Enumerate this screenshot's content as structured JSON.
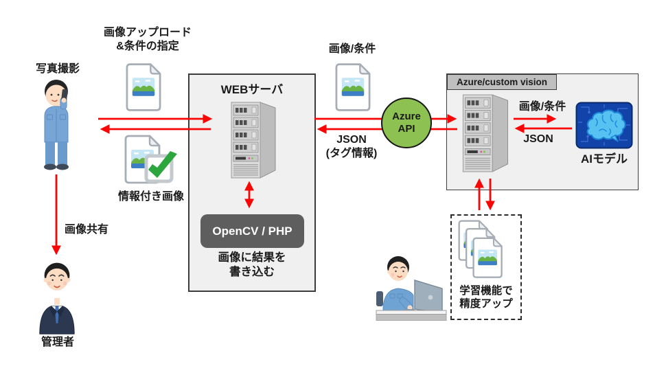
{
  "colors": {
    "arrow": "#F90505",
    "panel-fill": "#F0F0F0",
    "panel-border": "#3C3C3C",
    "tab-fill": "#BFBFBF",
    "opencv-fill": "#5E5E5E",
    "azure-green": "#8DC152",
    "ai-bg": "#1243A8",
    "text": "#1A1A1A"
  },
  "upload": {
    "title": "画像アップロード\n&条件の指定"
  },
  "photographer": {
    "label": "写真撮影"
  },
  "tagged_image": {
    "label": "情報付き画像"
  },
  "share": {
    "label": "画像共有"
  },
  "admin": {
    "label": "管理者"
  },
  "web_server": {
    "title": "WEBサーバ",
    "opencv_label": "OpenCV / PHP",
    "note": "画像に結果を\n書き込む"
  },
  "to_azure": {
    "request_label": "画像/条件",
    "response_label": "JSON\n(タグ情報)"
  },
  "azure_api": {
    "label": "Azure\nAPI"
  },
  "custom_vision": {
    "tab": "Azure/custom vision",
    "request_label": "画像/条件",
    "response_label": "JSON",
    "ai_model_label": "AIモデル"
  },
  "learning": {
    "label": "学習機能で\n精度アップ"
  }
}
